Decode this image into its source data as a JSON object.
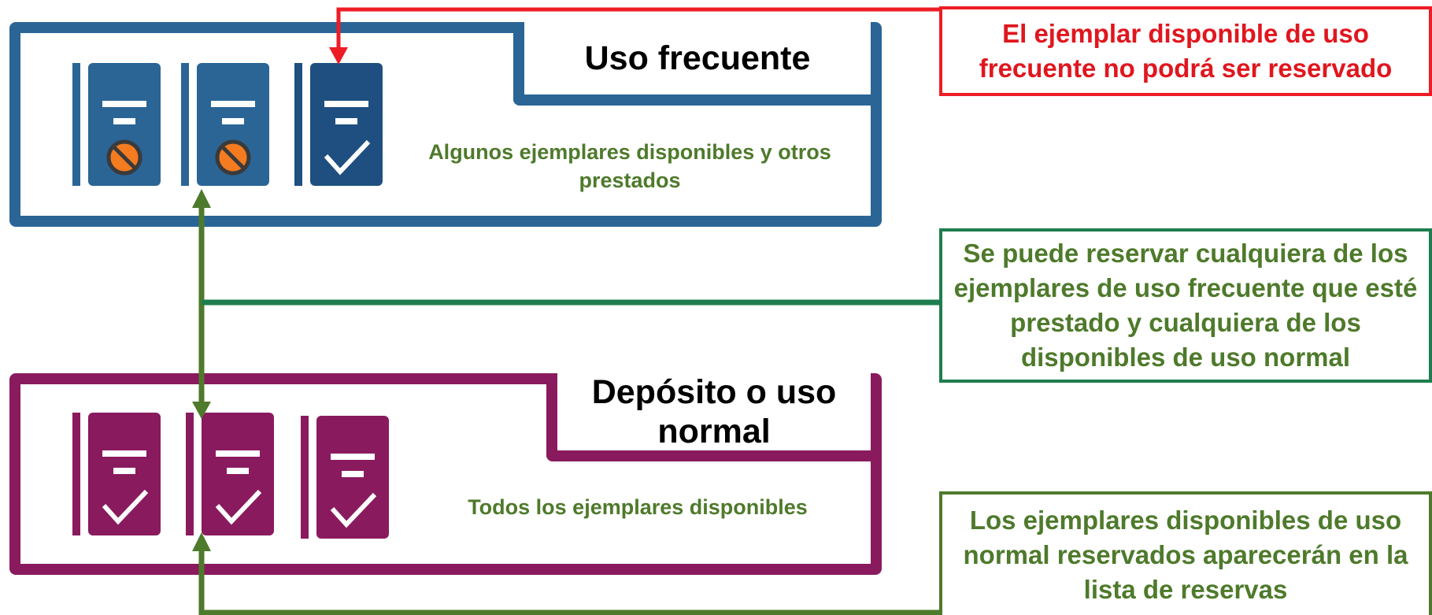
{
  "groups": {
    "frequent": {
      "title": "Uso frecuente",
      "caption": "Algunos ejemplares disponibles y otros prestados",
      "color": "#2a6596",
      "color_dark": "#1e4f80"
    },
    "normal": {
      "title": "Depósito o uso normal",
      "caption": "Todos los ejemplares disponibles",
      "color": "#8a1a5e"
    }
  },
  "callouts": {
    "red": "El ejemplar disponible de uso frecuente no podrá ser reservado",
    "green": "Se puede reservar cualquiera de los ejemplares de uso frecuente que esté prestado y cualquiera de los disponibles de uso normal",
    "green2": "Los ejemplares disponibles de uso normal reservados aparecerán en la lista de reservas"
  },
  "icons": {
    "borrowed": "prohibited-icon",
    "available": "check-icon"
  },
  "colors": {
    "red": "#ee1c24",
    "green": "#4e7a2b",
    "dark_green": "#1e7d4e",
    "orange": "#f47b20"
  }
}
